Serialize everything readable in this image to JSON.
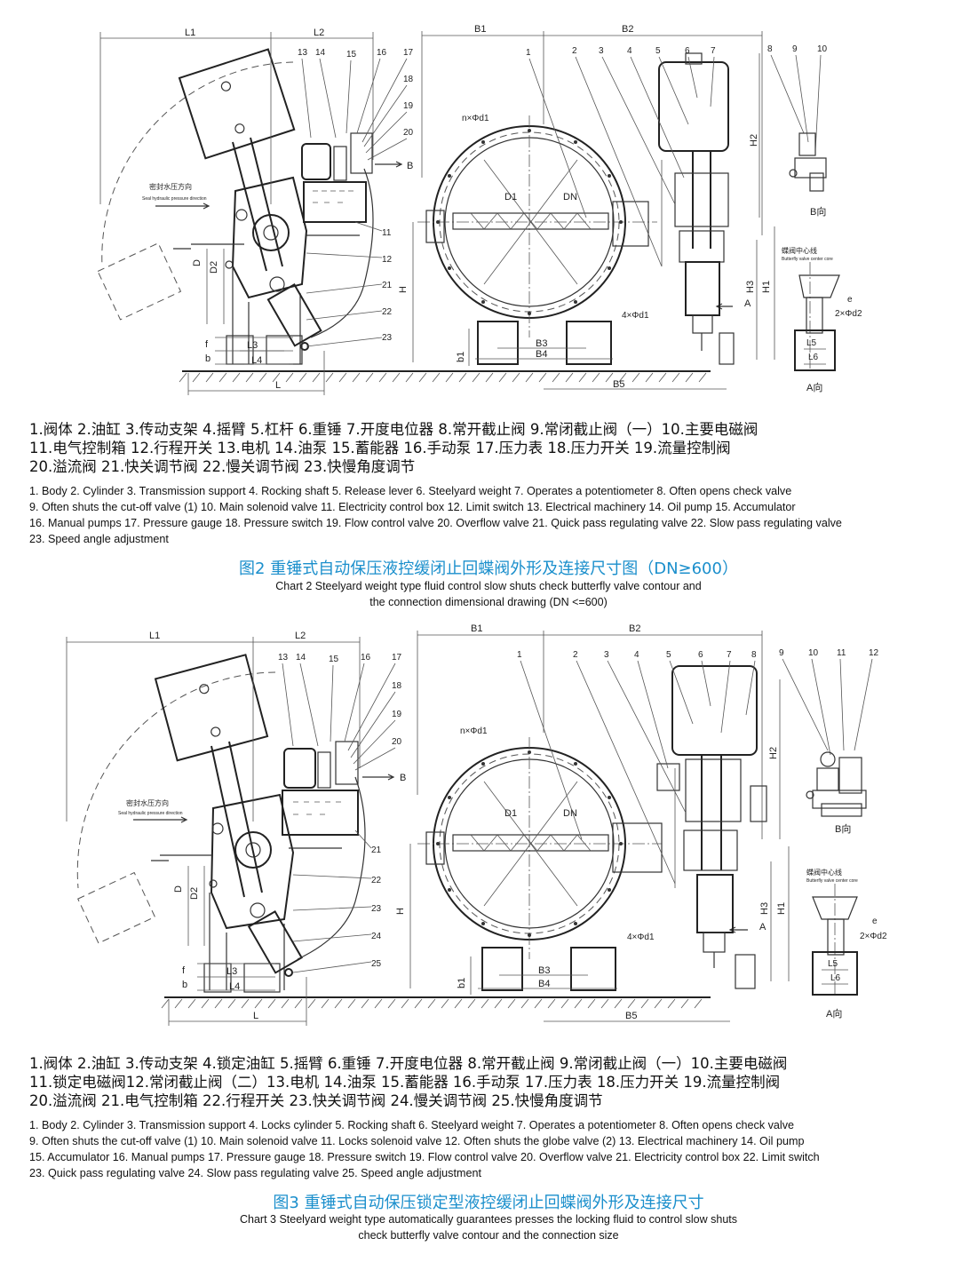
{
  "fig2": {
    "dims": {
      "L1": "L1",
      "L2": "L2",
      "B1": "B1",
      "B2": "B2",
      "H": "H",
      "H1": "H1",
      "H2": "H2",
      "H3": "H3",
      "D": "D",
      "D2": "D2",
      "D1": "D1",
      "DN": "DN",
      "f": "f",
      "b": "b",
      "b1": "b1",
      "L": "L",
      "L3": "L3",
      "L4": "L4",
      "L5": "L5",
      "L6": "L6",
      "B3": "B3",
      "B4": "B4",
      "B5": "B5",
      "A": "A",
      "B": "B",
      "e": "e"
    },
    "nd1": "n×Φd1",
    "fourd1": "4×Φd1",
    "twod2": "2×Φd2",
    "seal_cn": "密封水压方向",
    "seal_en": "Seal hydraulic pressure direction",
    "center_cn": "蝶阀中心线",
    "center_en": "Butterfly valve center core",
    "view_b": "B向",
    "view_a": "A向",
    "callouts_left": [
      "13",
      "14",
      "15",
      "16",
      "17",
      "18",
      "19",
      "20",
      "11",
      "12",
      "21",
      "22",
      "23"
    ],
    "callouts_right": [
      "1",
      "2",
      "3",
      "4",
      "5",
      "6",
      "7",
      "8",
      "9",
      "10"
    ],
    "legend_cn": [
      "1.阀体 2.油缸 3.传动支架 4.摇臂 5.杠杆 6.重锤 7.开度电位器 8.常开截止阀 9.常闭截止阀（一）10.主要电磁阀",
      "11.电气控制箱 12.行程开关 13.电机 14.油泵 15.蓄能器 16.手动泵 17.压力表 18.压力开关 19.流量控制阀",
      "20.溢流阀 21.快关调节阀 22.慢关调节阀 23.快慢角度调节"
    ],
    "legend_en": [
      "1. Body 2. Cylinder 3. Transmission support 4. Rocking shaft 5. Release lever 6. Steelyard weight 7. Operates a potentiometer 8. Often opens check valve",
      "9. Often shuts the cut-off valve (1) 10. Main solenoid valve 11. Electricity control box 12. Limit switch 13. Electrical machinery 14. Oil pump 15. Accumulator",
      "16. Manual pumps 17. Pressure gauge 18. Pressure switch 19. Flow control valve 20. Overflow valve 21. Quick pass regulating valve 22. Slow pass regulating valve",
      "23. Speed angle adjustment"
    ],
    "caption_cn": "图2 重锤式自动保压液控缓闭止回蝶阀外形及连接尺寸图（DN≥600）",
    "caption_en": [
      "Chart 2 Steelyard weight  type fluid control slow shuts check butterfly valve contour and",
      "the connection dimensional drawing (DN <=600)"
    ]
  },
  "fig3": {
    "callouts_left": [
      "13",
      "14",
      "15",
      "16",
      "17",
      "18",
      "19",
      "20",
      "21",
      "22",
      "23",
      "24",
      "25"
    ],
    "callouts_right": [
      "1",
      "2",
      "3",
      "4",
      "5",
      "6",
      "7",
      "8",
      "9",
      "10",
      "11",
      "12"
    ],
    "legend_cn": [
      "1.阀体 2.油缸 3.传动支架 4.锁定油缸 5.摇臂 6.重锤 7.开度电位器 8.常开截止阀 9.常闭截止阀（一）10.主要电磁阀",
      "11.锁定电磁阀12.常闭截止阀（二）13.电机 14.油泵 15.蓄能器 16.手动泵 17.压力表 18.压力开关 19.流量控制阀",
      "20.溢流阀 21.电气控制箱 22.行程开关 23.快关调节阀 24.慢关调节阀 25.快慢角度调节"
    ],
    "legend_en": [
      "1. Body 2. Cylinder 3. Transmission support 4. Locks cylinder 5. Rocking shaft 6. Steelyard weight 7. Operates a potentiometer 8. Often opens check valve",
      "9. Often shuts the cut-off valve (1) 10. Main solenoid valve 11. Locks solenoid valve 12. Often shuts the globe valve (2) 13. Electrical machinery 14. Oil pump",
      "15. Accumulator 16. Manual pumps 17. Pressure gauge 18. Pressure switch 19. Flow control valve 20. Overflow valve 21. Electricity control box 22. Limit switch",
      "23. Quick pass regulating valve 24. Slow pass regulating valve 25. Speed angle adjustment"
    ],
    "caption_cn": "图3 重锤式自动保压锁定型液控缓闭止回蝶阀外形及连接尺寸",
    "caption_en": [
      "Chart 3 Steelyard weight type automatically guarantees presses the locking fluid to control slow shuts",
      "check butterfly valve contour and the connection size"
    ]
  }
}
